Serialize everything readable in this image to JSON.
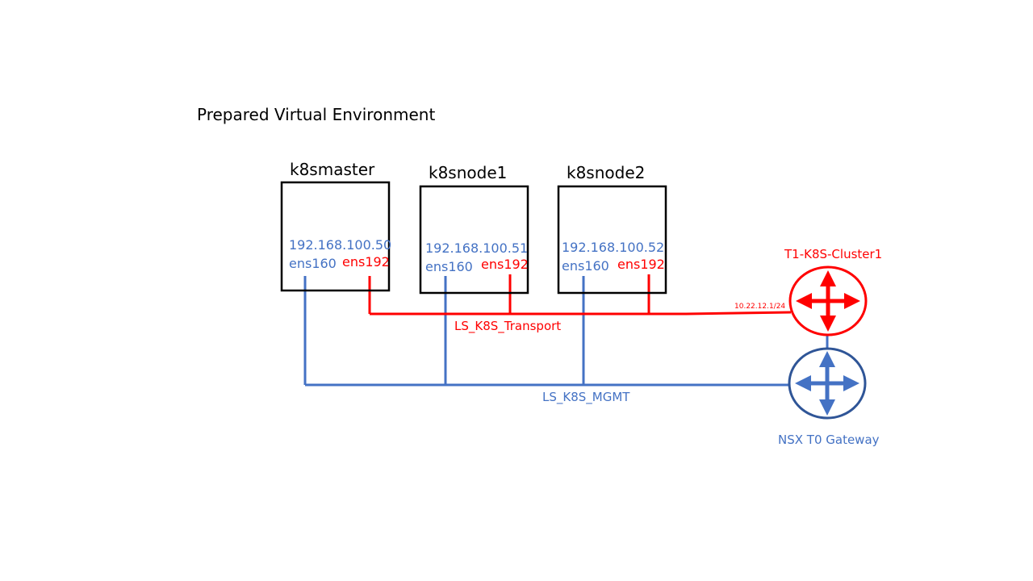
{
  "title": "Prepared Virtual Environment",
  "colors": {
    "mgmt": "#4472c4",
    "transport": "#ff0000",
    "gateway_stroke": "#2f5597",
    "box": "#000000"
  },
  "nodes": [
    {
      "name": "k8smaster",
      "ip": "192.168.100.50",
      "mgmt_iface": "ens160",
      "transport_iface": "ens192"
    },
    {
      "name": "k8snode1",
      "ip": "192.168.100.51",
      "mgmt_iface": "ens160",
      "transport_iface": "ens192"
    },
    {
      "name": "k8snode2",
      "ip": "192.168.100.52",
      "mgmt_iface": "ens160",
      "transport_iface": "ens192"
    }
  ],
  "segments": {
    "transport": "LS_K8S_Transport",
    "mgmt": "LS_K8S_MGMT"
  },
  "t1_router": {
    "name": "T1-K8S-Cluster1",
    "ip": "10.22.12.1/24",
    "icon": "router-icon"
  },
  "t0_gateway": {
    "name": "NSX T0 Gateway",
    "icon": "router-icon"
  }
}
